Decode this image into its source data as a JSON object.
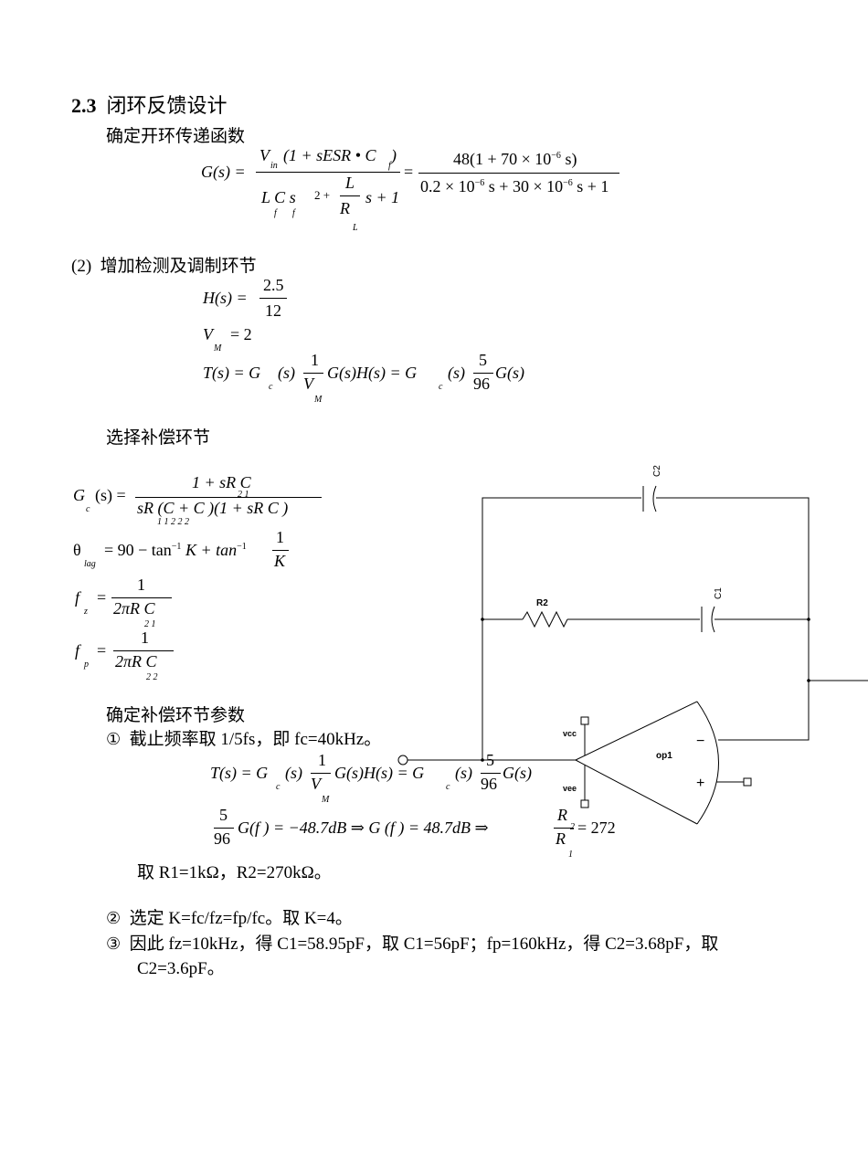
{
  "section": {
    "number": "2.3",
    "title": "闭环反馈设计"
  },
  "text": {
    "open_loop": "确定开环传递函数",
    "add_detect": "增加检测及调制环节",
    "add_detect_num": "(2)",
    "select_comp": "选择补偿环节",
    "comp_params": "确定补偿环节参数",
    "item1": "截止频率取 1/5fs，即 fc=40kHz。",
    "item1_take": "取 R1=1kΩ，R2=270kΩ。",
    "item2": "选定 K=fc/fz=fp/fc。取 K=4。",
    "item3_line1": "因此  fz=10kHz，得  C1=58.95pF，取  C1=56pF；fp=160kHz，得  C2=3.68pF，取",
    "item3_line2": "C2=3.6pF。",
    "circ1": "①",
    "circ2": "②",
    "circ3": "③"
  },
  "equations": {
    "G_lhs": "G(s) =",
    "G_num1": "V",
    "G_num1_sub": "in",
    "G_num1_rest": "(1 + sESR • C",
    "G_num1_sub2": "f",
    "G_num1_close": ")",
    "G_den1_a": "L C s",
    "G_den1_b": "2 +",
    "G_den1_c": "s + 1",
    "G_den1_L": "L",
    "G_den1_R": "R",
    "G_den1_f": "f",
    "G_den1_Lsub": "L",
    "G_eq2": "=",
    "G_num2": "48(1 + 70 × 10",
    "G_num2_exp": "−6",
    "G_num2_end": " s)",
    "G_den2": "0.2 × 10",
    "G_den2_exp": "−6",
    "G_den2_mid": " s + 30 × 10",
    "G_den2_exp2": "−6",
    "G_den2_end": " s + 1",
    "H_lhs": "H(s) =",
    "H_num": "2.5",
    "H_den": "12",
    "VM": "V",
    "VM_sub": "M",
    "VM_val": "= 2",
    "T_lhs": "T(s) = G",
    "T_c": "c",
    "T_s": "(s)",
    "T_one": "1",
    "T_VM": "V",
    "T_M": "M",
    "T_mid": "G(s)H(s) = G",
    "T_five": "5",
    "T_96": "96",
    "T_end": "G(s)",
    "Gc_lhs": "G",
    "Gc_rest": "(s) =",
    "Gc_num": "1 + sR C",
    "Gc_num_subs": "2   1",
    "Gc_den": "sR (C  + C )(1 + sR C )",
    "Gc_den_subs": "1     1       2             2   2",
    "theta": "θ",
    "theta_sub": "lag",
    "theta_rhs": "= 90 − tan",
    "theta_exp": "−1",
    "theta_K": " K + tan",
    "theta_exp2": "−1",
    "theta_one": "1",
    "theta_K2": "K",
    "fz": "f",
    "fz_sub": "z",
    "fz_eq": "=",
    "fz_num": "1",
    "fz_den": "2πR C",
    "fz_den_subs": "2   1",
    "fp": "f",
    "fp_sub": "p",
    "fp_eq": "=",
    "fp_num": "1",
    "fp_den": "2πR C",
    "fp_den_subs": "2   2",
    "gain_5": "5",
    "gain_96": "96",
    "gain_mid": "G(f ) = −48.7dB ⇒ G (f ) = 48.7dB ⇒",
    "gain_R": "R",
    "gain_R2": "2",
    "gain_R1": "R",
    "gain_R1sub": "1",
    "gain_end": "= 272"
  },
  "circuit": {
    "labels": {
      "c2": "C2",
      "c1": "C1",
      "r2": "R2",
      "vcc": "vcc",
      "vee": "vee",
      "op": "op1",
      "minus": "−",
      "plus": "+"
    }
  }
}
